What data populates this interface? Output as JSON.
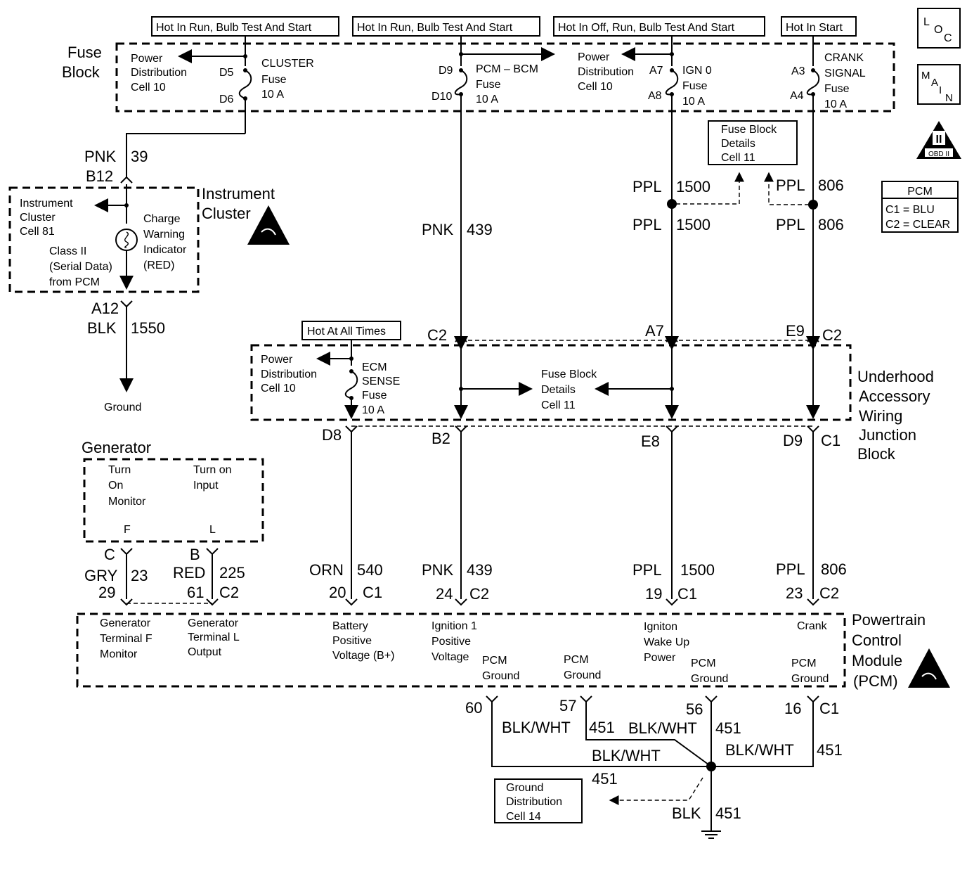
{
  "power_labels": {
    "hot_run_1": "Hot In Run, Bulb Test And Start",
    "hot_run_2": "Hot In Run, Bulb Test And Start",
    "hot_off_run": "Hot In Off, Run, Bulb Test And Start",
    "hot_start": "Hot In Start",
    "hot_all_times": "Hot At All Times"
  },
  "nav": {
    "loc": [
      "L",
      "O",
      "C"
    ],
    "main": [
      "M",
      "A",
      "I",
      "N"
    ],
    "obd_symbol": "II",
    "obd_label": "OBD II",
    "pcm_title": "PCM",
    "pcm_c1": "C1 = BLU",
    "pcm_c2": "C2 = CLEAR"
  },
  "fuse_block": {
    "title_1": "Fuse",
    "title_2": "Block",
    "pdc_1": [
      "Power",
      "Distribution",
      "Cell 10"
    ],
    "cluster_fuse": [
      "CLUSTER",
      "Fuse",
      "10 A"
    ],
    "d5": "D5",
    "d6": "D6",
    "d9": "D9",
    "d10": "D10",
    "pcm_bcm_fuse": [
      "PCM – BCM",
      "Fuse",
      "10 A"
    ],
    "pdc_2": [
      "Power",
      "Distribution",
      "Cell 10"
    ],
    "a7": "A7",
    "a8": "A8",
    "ign0_fuse": [
      "IGN 0",
      "Fuse",
      "10 A"
    ],
    "a3": "A3",
    "a4": "A4",
    "crank_fuse": [
      "CRANK",
      "SIGNAL",
      "Fuse",
      "10 A"
    ],
    "details_box": [
      "Fuse Block",
      "Details",
      "Cell 11"
    ]
  },
  "instrument_cluster": {
    "title_1": "Instrument",
    "title_2": "Cluster",
    "ref": [
      "Instrument",
      "Cluster",
      "Cell 81"
    ],
    "indicator": [
      "Charge",
      "Warning",
      "Indicator",
      "(RED)"
    ],
    "class2": [
      "Class II",
      "(Serial Data)",
      "from PCM"
    ],
    "b12": "B12",
    "a12": "A12",
    "ground": "Ground"
  },
  "wires": {
    "pnk": "PNK",
    "c39": "39",
    "blk": "BLK",
    "c1550": "1550",
    "pnk_439": "PNK",
    "c439": "439",
    "ppl": "PPL",
    "c1500": "1500",
    "c806": "806",
    "orn": "ORN",
    "c540": "540",
    "gry": "GRY",
    "c23": "23",
    "red": "RED",
    "c225": "225",
    "blk_wht": "BLK/WHT",
    "c451": "451"
  },
  "junction_block": {
    "title": [
      "Underhood",
      "Accessory",
      "Wiring",
      "Junction",
      "Block"
    ],
    "pdc": [
      "Power",
      "Distribution",
      "Cell 10"
    ],
    "ecm_fuse": [
      "ECM",
      "SENSE",
      "Fuse",
      "10 A"
    ],
    "details": [
      "Fuse Block",
      "Details",
      "Cell 11"
    ],
    "c2": "C2",
    "a7": "A7",
    "e9": "E9",
    "d8": "D8",
    "b2": "B2",
    "e8": "E8",
    "d9": "D9",
    "c1": "C1"
  },
  "generator": {
    "title": "Generator",
    "turn_on_monitor": [
      "Turn",
      "On",
      "Monitor"
    ],
    "turn_on_input": [
      "Turn on",
      "Input"
    ],
    "f": "F",
    "l": "L",
    "c": "C",
    "b": "B"
  },
  "pcm": {
    "title": [
      "Powertrain",
      "Control",
      "Module",
      "(PCM)"
    ],
    "gen_f": [
      "Generator",
      "Terminal F",
      "Monitor"
    ],
    "gen_l": [
      "Generator",
      "Terminal L",
      "Output"
    ],
    "batt": [
      "Battery",
      "Positive",
      "Voltage (B+)"
    ],
    "ign1": [
      "Ignition 1",
      "Positive",
      "Voltage"
    ],
    "wake": [
      "Igniton",
      "Wake Up",
      "Power"
    ],
    "crank": "Crank",
    "pcm_ground": [
      "PCM",
      "Ground"
    ],
    "pins": {
      "p29": "29",
      "p61": "61",
      "p20": "20",
      "p24": "24",
      "p19": "19",
      "p23": "23",
      "p60": "60",
      "p57": "57",
      "p56": "56",
      "p16": "16"
    },
    "c1": "C1",
    "c2": "C2"
  },
  "ground_dist": [
    "Ground",
    "Distribution",
    "Cell 14"
  ]
}
